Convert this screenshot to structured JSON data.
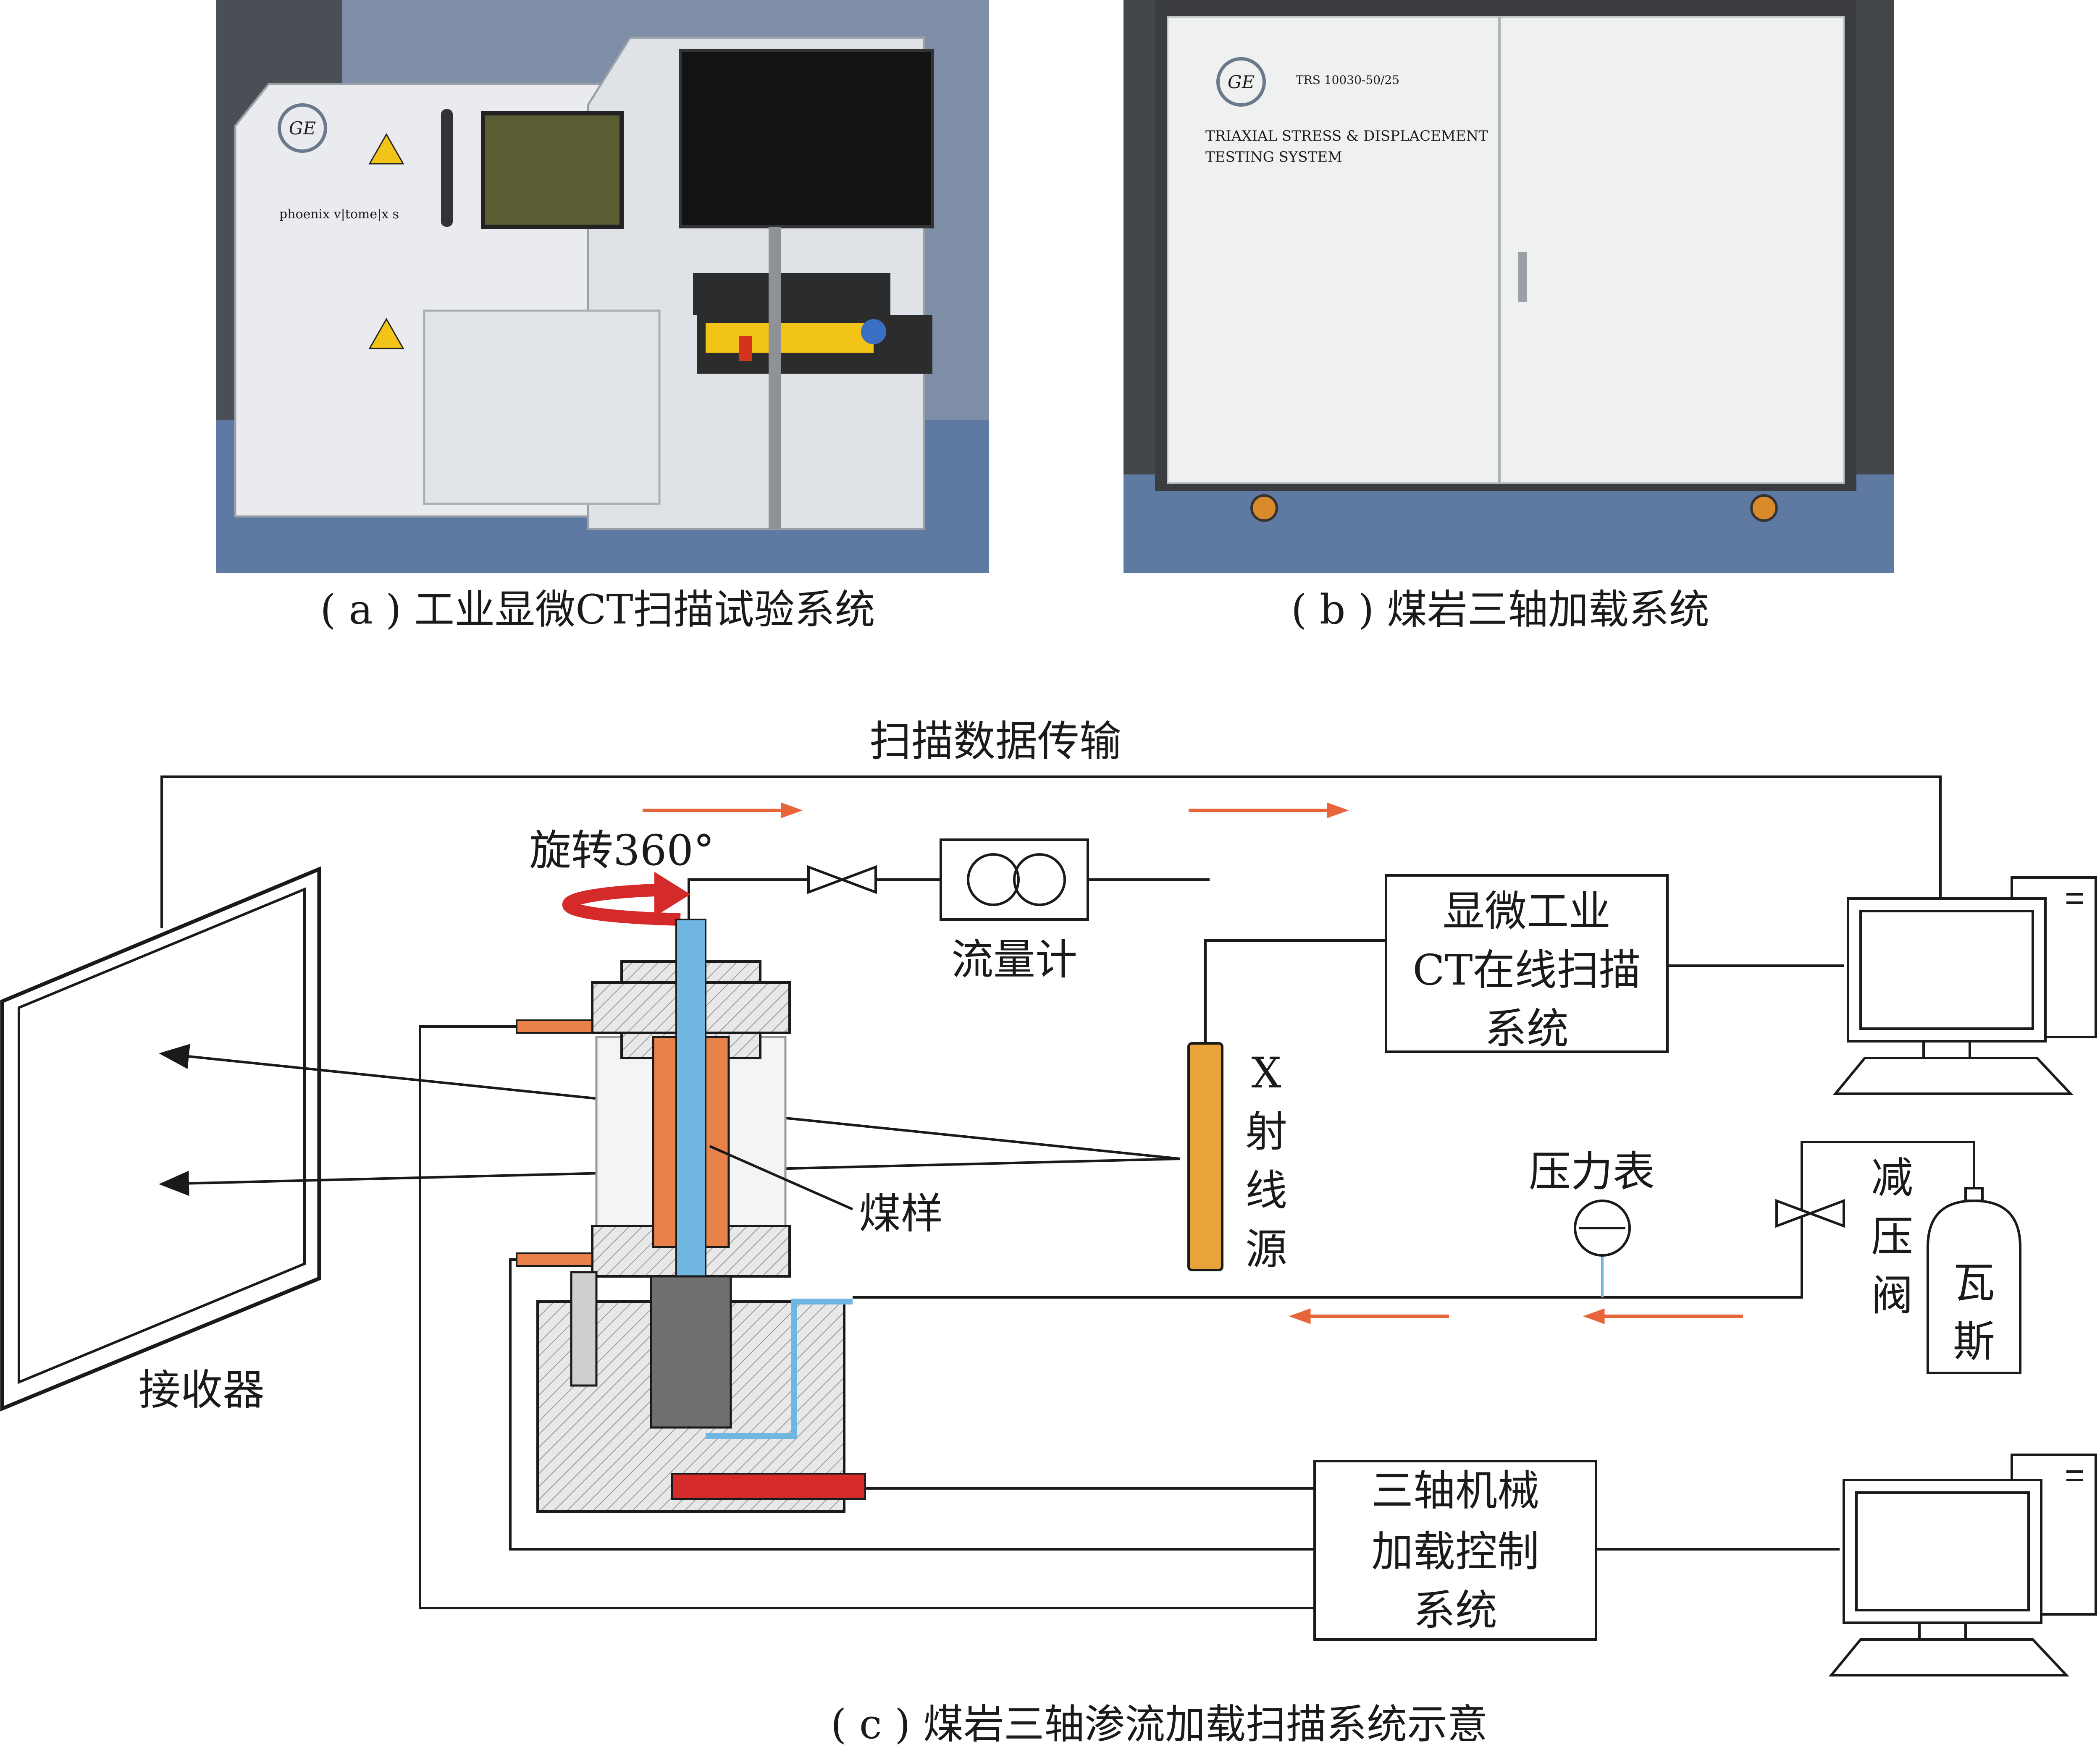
{
  "photo_a": {
    "caption": "( a ) 工业显微CT扫描试验系统",
    "logo": "GE",
    "model_text": "phoenix v|tome|x s"
  },
  "photo_b": {
    "caption": "( b ) 煤岩三轴加载系统",
    "logo": "GE",
    "model_code": "TRS 10030-50/25",
    "nameplate_line1": "TRIAXIAL STRESS & DISPLACEMENT",
    "nameplate_line2": "TESTING SYSTEM"
  },
  "schematic": {
    "caption": "( c ) 煤岩三轴渗流加载扫描系统示意",
    "labels": {
      "scan_data_transfer": "扫描数据传输",
      "rotation": "旋转360°",
      "flowmeter": "流量计",
      "ct_system_line1": "显微工业",
      "ct_system_line2": "CT在线扫描",
      "ct_system_line3": "系统",
      "xray_1": "X",
      "xray_2": "射",
      "xray_3": "线",
      "xray_4": "源",
      "coal_sample": "煤样",
      "receiver": "接收器",
      "pressure_gauge": "压力表",
      "reducer_1": "减",
      "reducer_2": "压",
      "reducer_3": "阀",
      "gas_1": "瓦",
      "gas_2": "斯",
      "triaxial_line1": "三轴机械",
      "triaxial_line2": "加载控制",
      "triaxial_line3": "系统"
    }
  },
  "colors": {
    "line": "#1a1a1a",
    "arrow_orange": "#e8643a",
    "xray_tube": "#e8a33a",
    "sample_orange": "#e8824a",
    "blue_pipe": "#6fb7e0",
    "red_rotation": "#d42a2a"
  }
}
